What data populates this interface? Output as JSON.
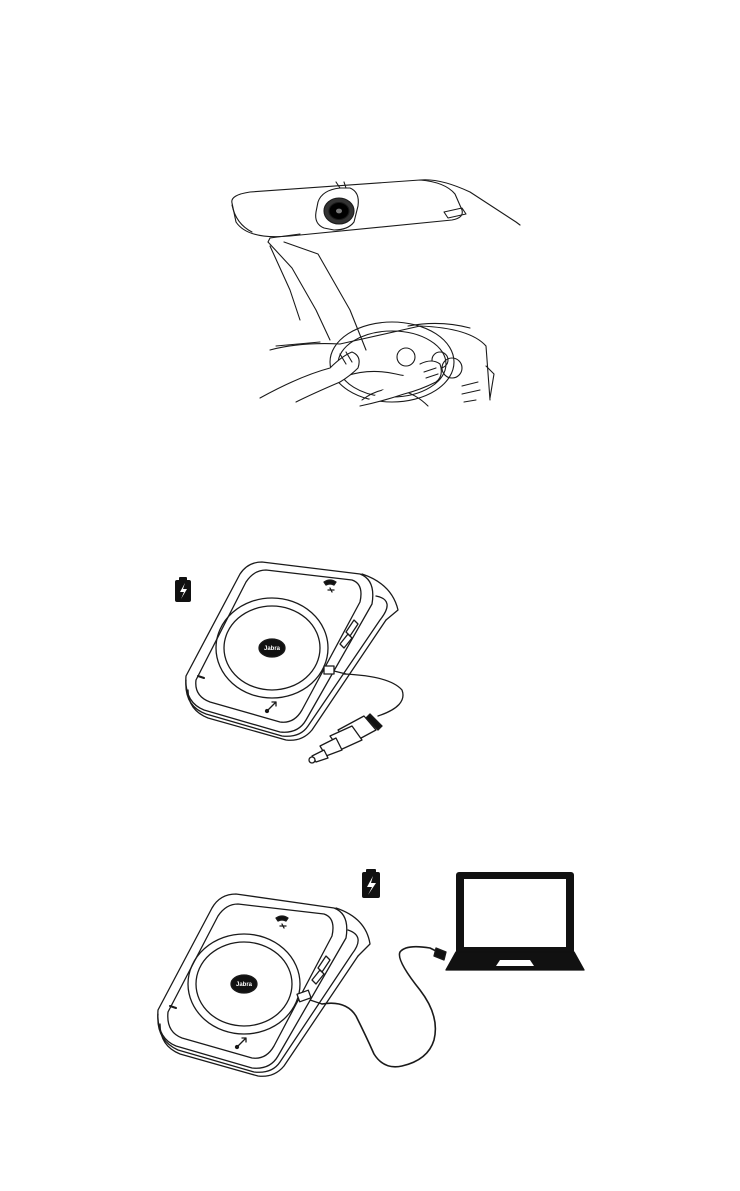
{
  "page": {
    "figures": [
      {
        "id": "visor-mount-illustration",
        "description_icon": "car-visor-speakerphone"
      },
      {
        "id": "car-charger-illustration",
        "description_icon": "car-charger"
      },
      {
        "id": "usb-laptop-charge-illustration",
        "description_icon": "usb-laptop-charger"
      }
    ]
  },
  "device": {
    "brand_logo": "Jabra"
  },
  "icons": {
    "charging": "charging-battery-icon",
    "phone": "phone-icon",
    "voice": "voice-command-icon",
    "mic": "microphone-indicator-icon"
  },
  "colors": {
    "line": "#1a1a1a",
    "fill": "#ffffff",
    "dark": "#111111"
  }
}
